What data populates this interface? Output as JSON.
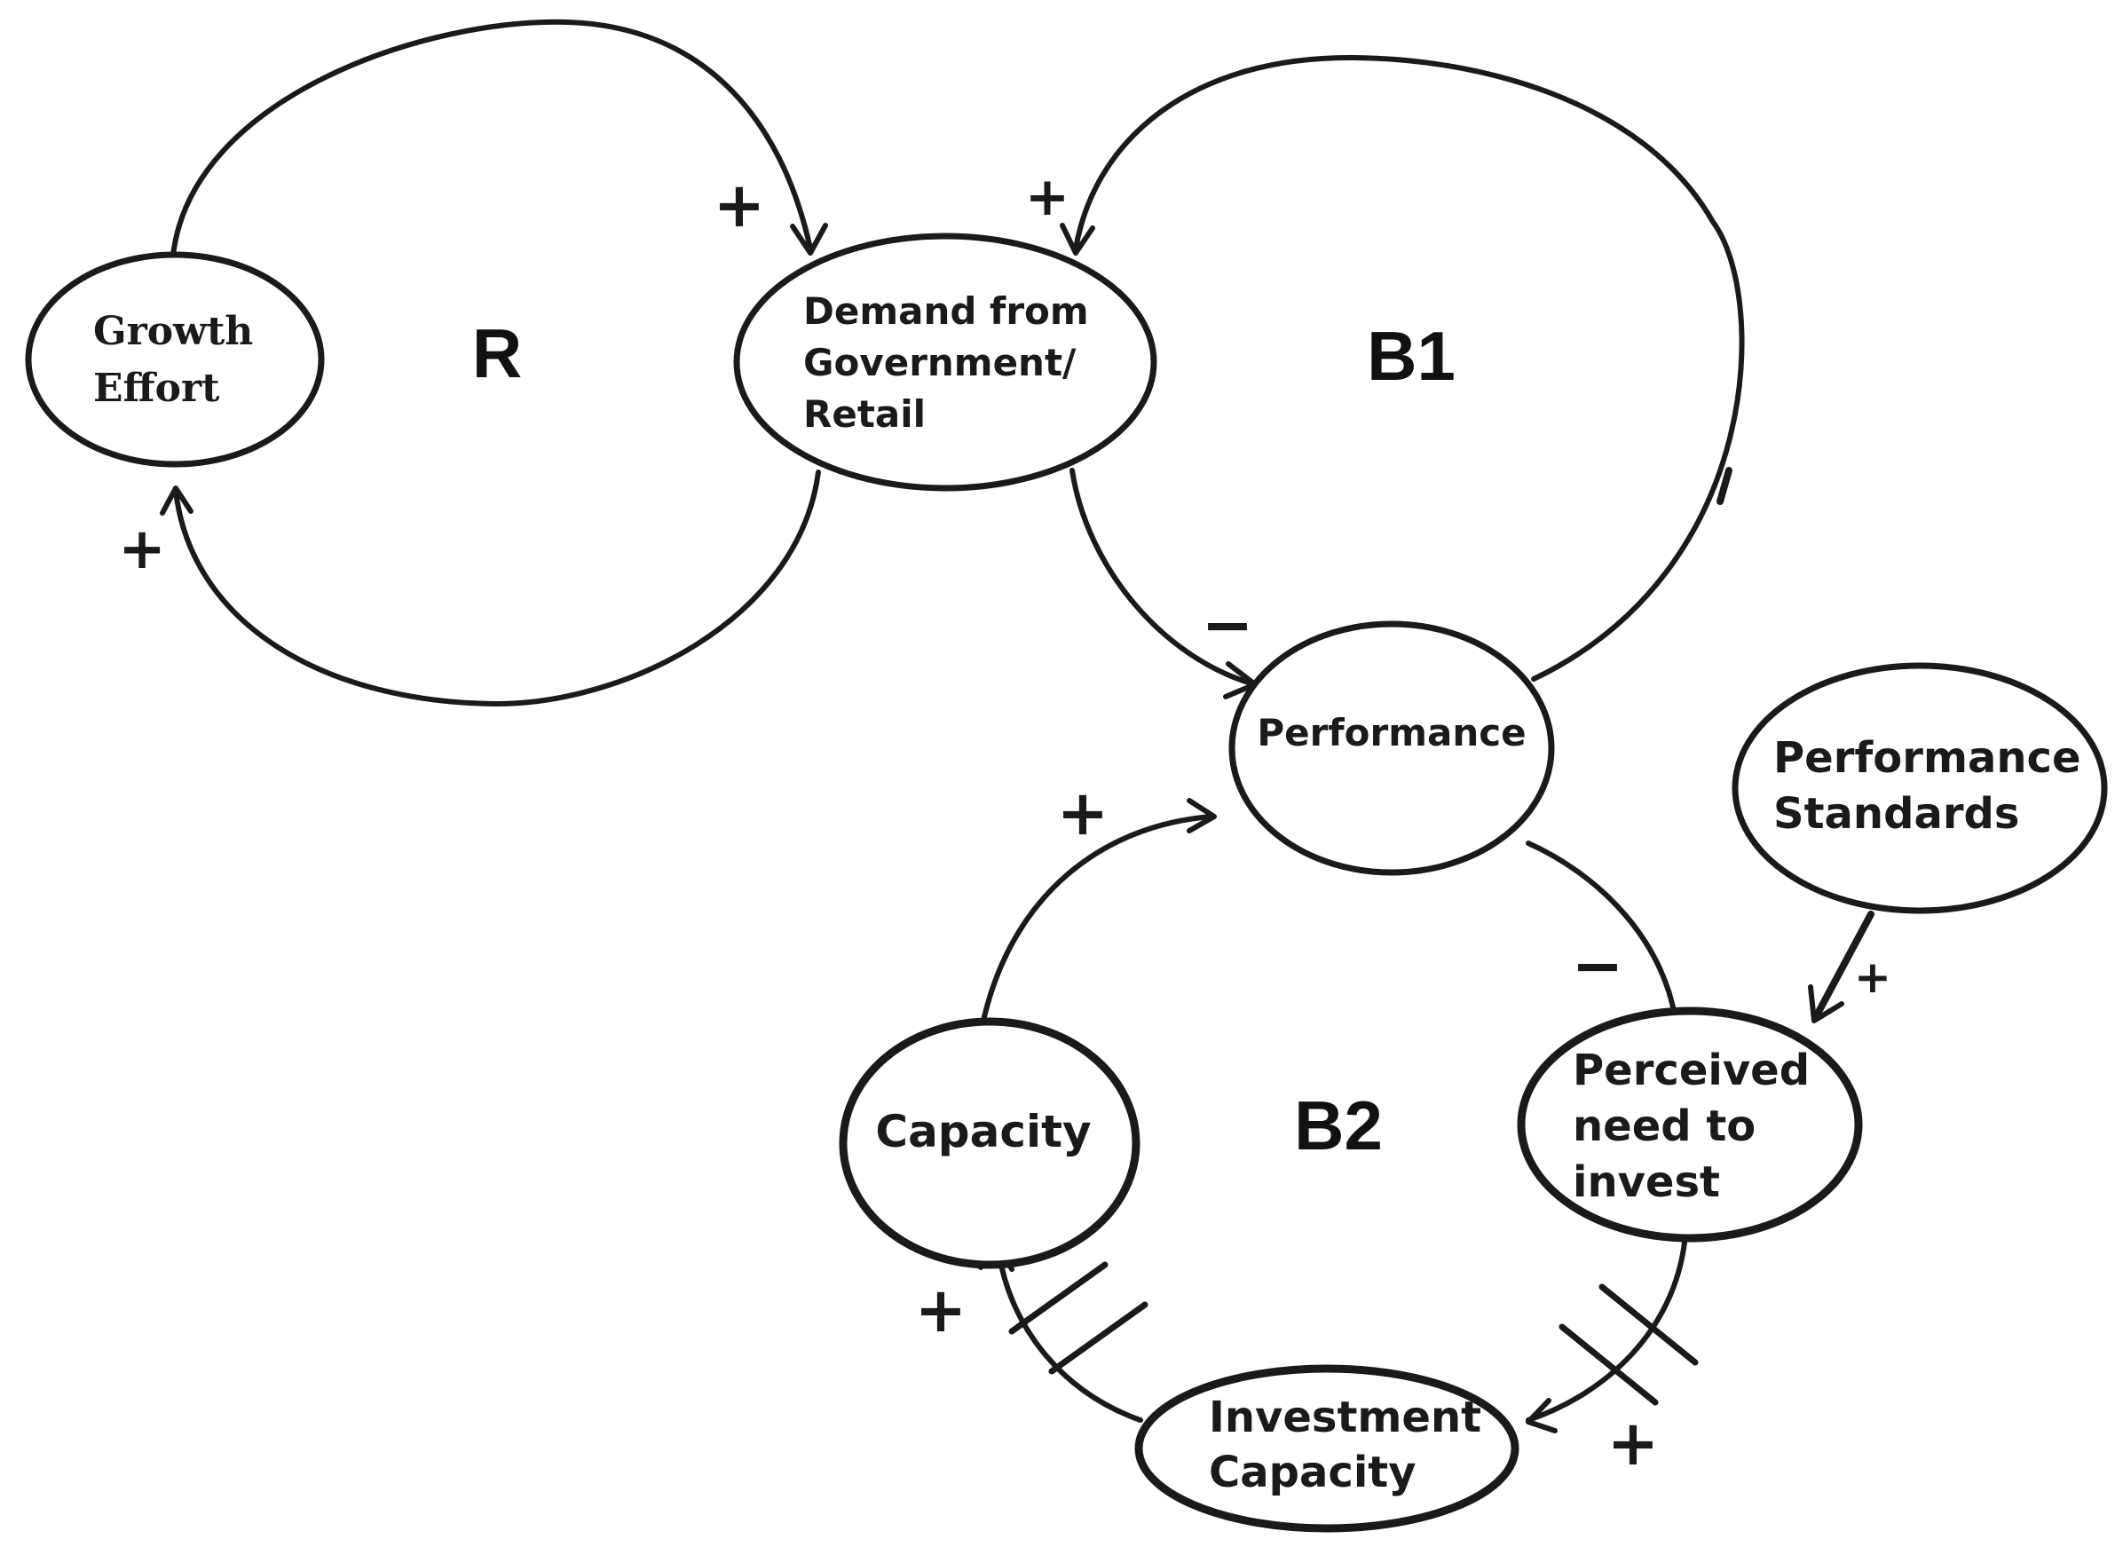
{
  "nodes": {
    "growth_effort": {
      "line1": "Growth",
      "line2": "Effort"
    },
    "demand": {
      "line1": "Demand from",
      "line2": "Government/",
      "line3": "Retail"
    },
    "performance": {
      "line1": "Performance"
    },
    "performance_standards": {
      "line1": "Performance",
      "line2": "Standards"
    },
    "perceived_need": {
      "line1": "Perceived",
      "line2": "need to",
      "line3": "invest"
    },
    "capacity": {
      "line1": "Capacity"
    },
    "investment_capacity": {
      "line1": "Investment",
      "line2": "Capacity"
    }
  },
  "loops": {
    "r": "R",
    "b1": "B1",
    "b2": "B2"
  },
  "polarities": {
    "growth_to_demand": "+",
    "demand_to_growth": "+",
    "performance_to_demand": "+",
    "demand_to_performance": "−",
    "performance_to_need": "−",
    "standards_to_need": "+",
    "need_to_investment": "+",
    "investment_to_capacity": "+",
    "capacity_to_performance": "+"
  },
  "colors": {
    "ink": "#1a1a1a",
    "background": "#ffffff"
  }
}
